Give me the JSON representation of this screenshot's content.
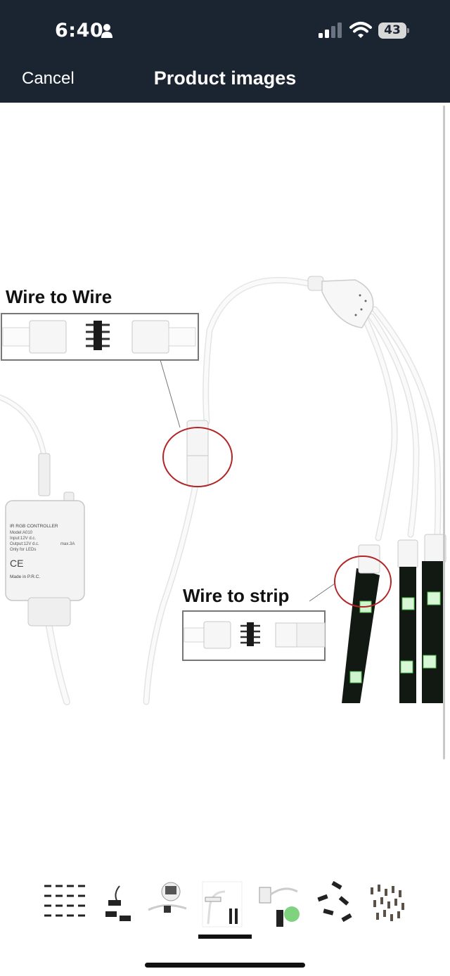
{
  "status_bar": {
    "time": "6:40",
    "battery_level": "43"
  },
  "nav": {
    "cancel_label": "Cancel",
    "title": "Product images"
  },
  "image_labels": {
    "wire_to_wire": "Wire to Wire",
    "wire_to_strip": "Wire to strip"
  },
  "controller_text": {
    "name": "IR RGB CONTROLLER",
    "model": "Model:A010",
    "input": "Input:12V d.c.",
    "output": "Output:12V d.c.",
    "max": "max.3A",
    "only": "Only for LEDs",
    "made": "Made in P.R.C."
  },
  "thumbnails": {
    "count": 7,
    "selected_index": 3
  }
}
